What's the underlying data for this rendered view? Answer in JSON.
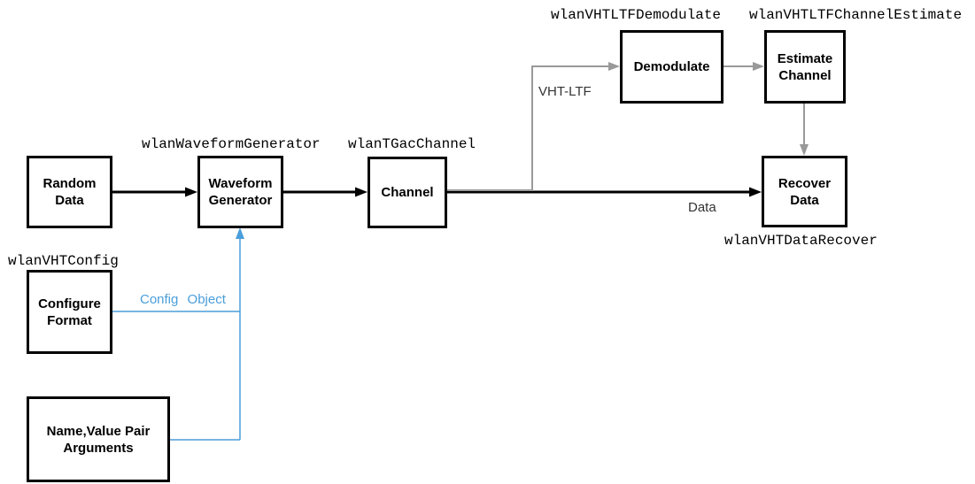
{
  "diagram": {
    "blocks": {
      "random_data": {
        "label": "Random\nData"
      },
      "waveform_generator": {
        "label": "Waveform\nGenerator",
        "function": "wlanWaveformGenerator"
      },
      "channel": {
        "label": "Channel",
        "function": "wlanTGacChannel"
      },
      "demodulate": {
        "label": "Demodulate",
        "function": "wlanVHTLTFDemodulate"
      },
      "estimate_channel": {
        "label": "Estimate\nChannel",
        "function": "wlanVHTLTFChannelEstimate"
      },
      "recover_data": {
        "label": "Recover\nData",
        "function": "wlanVHTDataRecover"
      },
      "configure_format": {
        "label": "Configure\nFormat",
        "function": "wlanVHTConfig"
      },
      "name_value_pair": {
        "label": "Name,Value Pair\nArguments"
      }
    },
    "edge_labels": {
      "vht_ltf": "VHT-LTF",
      "data": "Data",
      "config_object": "Config Object"
    },
    "colors": {
      "line_black": "#000000",
      "line_gray": "#999999",
      "line_blue": "#4A9EDA"
    }
  }
}
